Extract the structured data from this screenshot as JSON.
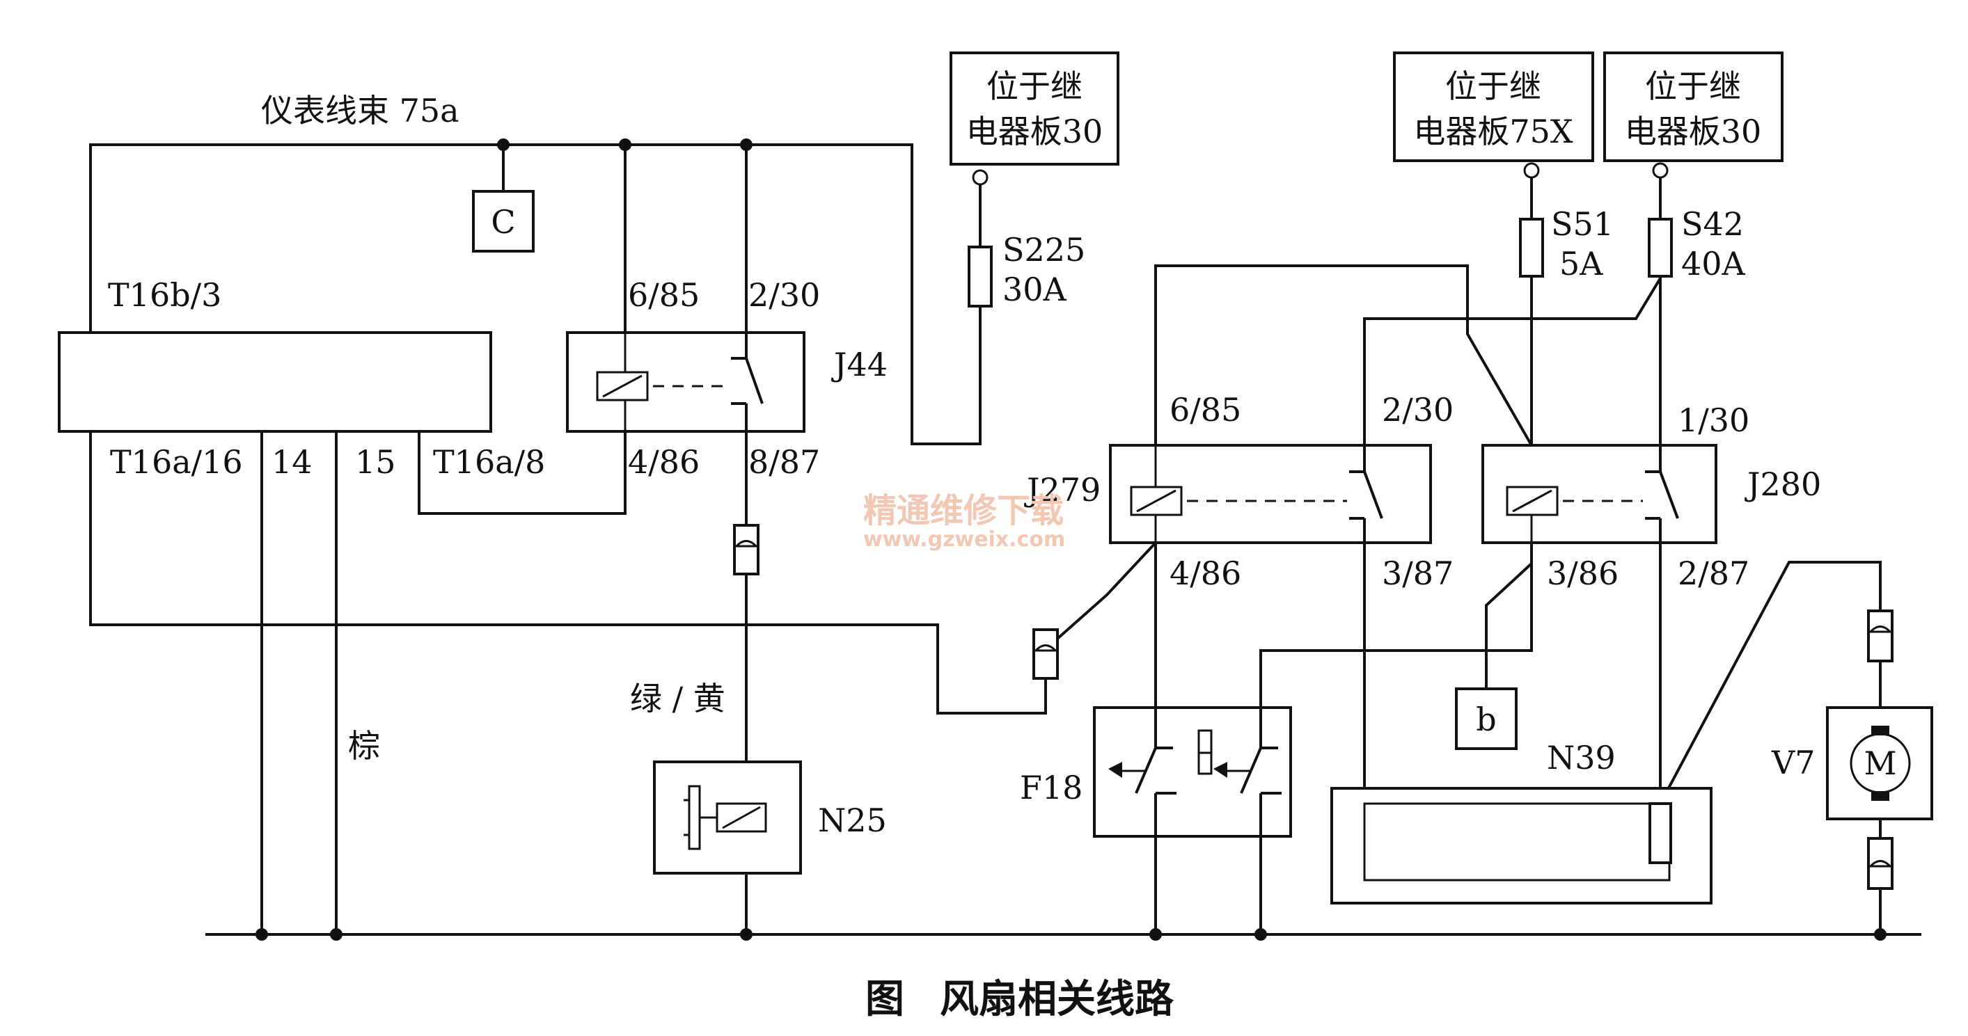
{
  "caption": {
    "prefix": "图",
    "title": "风扇相关线路"
  },
  "watermark": {
    "name": "精通维修下载",
    "url": "www.gzweix.com"
  },
  "harness_label": "仪表线束 75a",
  "relay_board_boxes": [
    {
      "line1": "位于继",
      "line2": "电器板30"
    },
    {
      "line1": "位于继",
      "line2": "电器板75X"
    },
    {
      "line1": "位于继",
      "line2": "电器板30"
    }
  ],
  "fuses": {
    "S225": {
      "name": "S225",
      "rating": "30A"
    },
    "S51": {
      "name": "S51",
      "rating": "5A"
    },
    "S42": {
      "name": "S42",
      "rating": "40A"
    }
  },
  "connectors": {
    "C": "C",
    "b": "b"
  },
  "control_unit": {
    "pin_top": "T16b/3",
    "pin_a16": "T16a/16",
    "pin_14": "14",
    "pin_15": "15",
    "pin_a8": "T16a/8"
  },
  "relays": {
    "J44": {
      "name": "J44",
      "pin_tl": "6/85",
      "pin_tr": "2/30",
      "pin_bl": "4/86",
      "pin_br": "8/87"
    },
    "J279": {
      "name": "J279",
      "pin_tl": "6/85",
      "pin_tr": "2/30",
      "pin_bl": "4/86",
      "pin_br": "3/87"
    },
    "J280": {
      "name": "J280",
      "pin_tr": "1/30",
      "pin_bl": "3/86",
      "pin_br": "2/87"
    }
  },
  "components": {
    "N25": "N25",
    "F18": "F18",
    "N39": "N39",
    "V7": "V7",
    "motor_symbol": "M"
  },
  "wire_colors": {
    "green_yellow": "绿 / 黄",
    "brown": "棕"
  }
}
